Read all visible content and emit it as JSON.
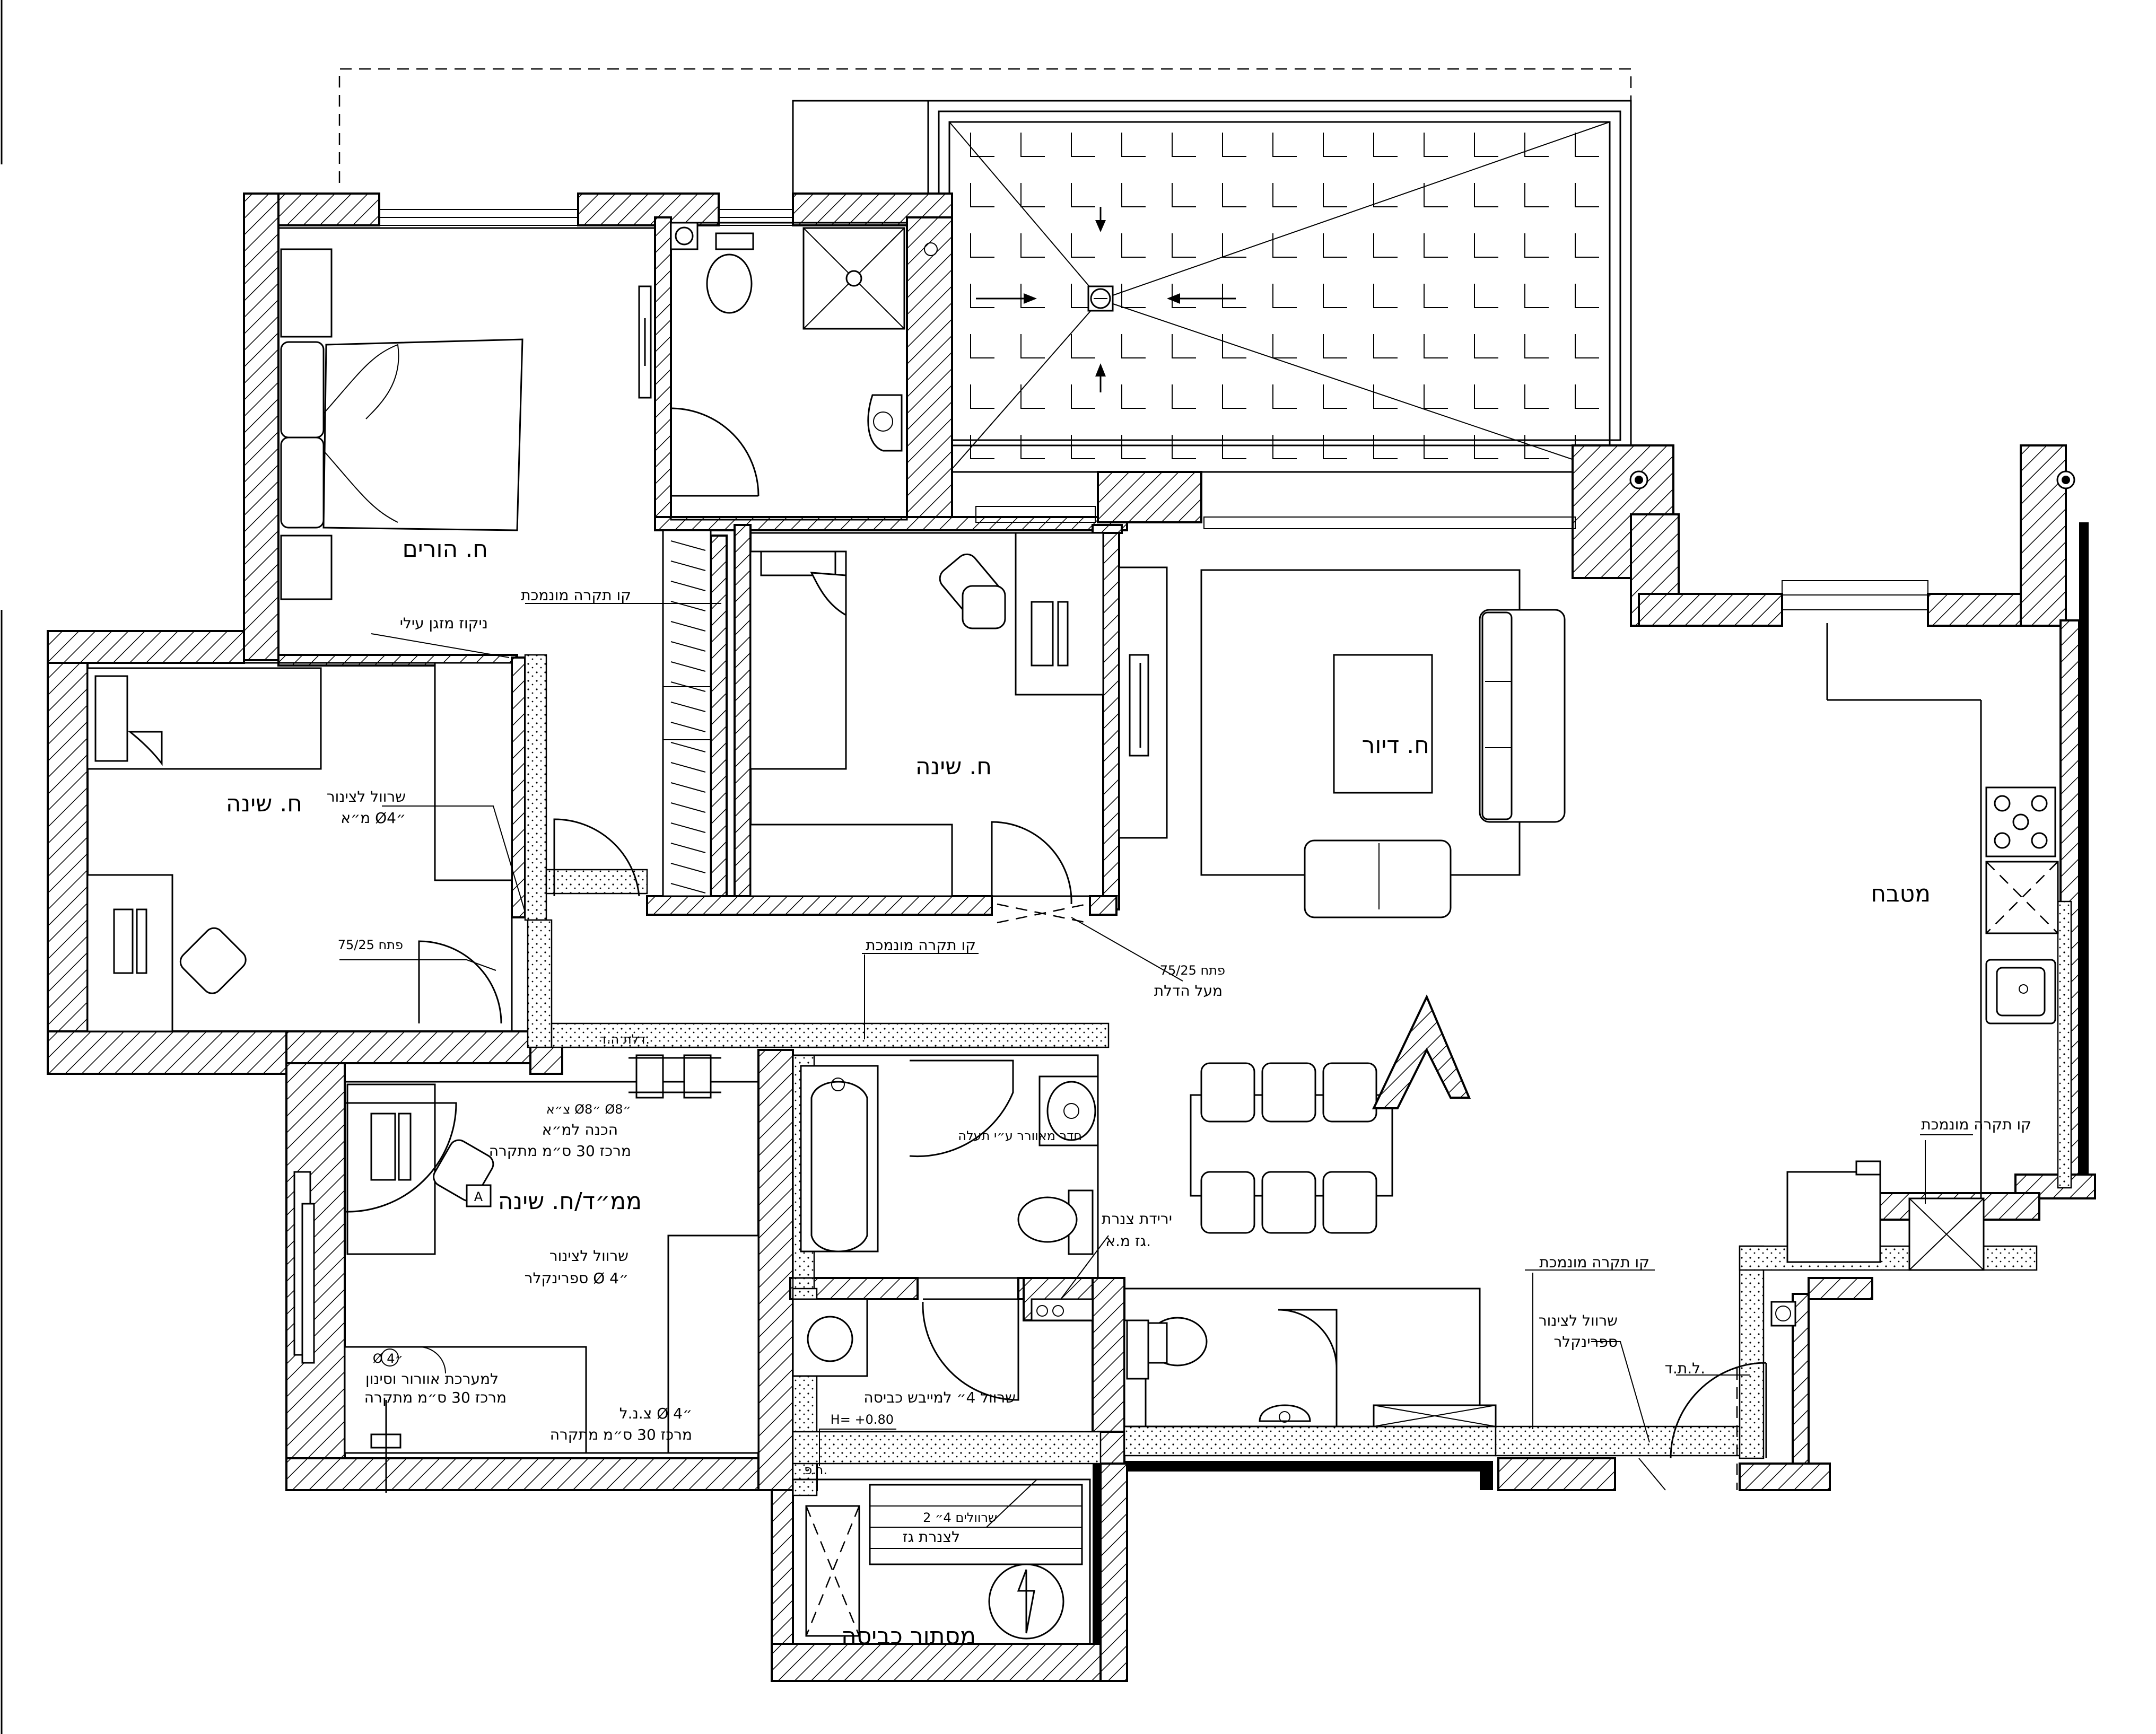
{
  "labels": {
    "parents_room": "ח. הורים",
    "bedroom_left": "ח. שינה",
    "bedroom_mid": "ח. שינה",
    "living_room": "ח. דיור",
    "kitchen": "מטבח",
    "safe_room": "ממ״ד/ח. שינה",
    "laundry": "מסתור כביסה",
    "section_mark": "A",
    "section_mark_small": "A"
  },
  "notes": {
    "ceiling_line_1": "קו תקרה מונמכת",
    "ac_drain": "ניקוז מזגן עילי",
    "sleeve_1a": "שרוול לצינור",
    "sleeve_1b": "מ״א Ø4״",
    "opening_1": "פתח 75/25",
    "ceiling_line_2": "קו תקרה מונמכת",
    "opening_2a": "פתח 75/25",
    "opening_2b": "מעל הדלת",
    "door_label": "דלת ה.ד.",
    "ceiling_line_3": "קו תקרה מונמכת",
    "pipe_a": "צ״א Ø8״ Ø8״",
    "pipe_b": "הכנה למ״א",
    "pipe_c": "מרכז 30 ס״מ מתקרה",
    "sleeve_2a": "שרוול לצינור",
    "sleeve_2b": "ספרינקלר Ø 4״",
    "filter_a": "Ø 4״",
    "filter_b": "למערכת אוורור וסינון",
    "filter_c": "מרכז 30 ס״מ מתקרה",
    "drain_a": "צ.נ.ל Ø 4״",
    "drain_b": "מרכז 30 ס״מ מתקרה",
    "ventilated_room": "חדר מאוורר ע״י תעלה",
    "gas_a": "ירידת צנרת",
    "gas_b": "גז מ.א.",
    "dryer_a": "שרוול 4״ למייבש כביסה",
    "dryer_b": "H= +0.80",
    "ceiling_line_4": "קו תקרה מונמכת",
    "sleeve_3a": "שרוול לצינור",
    "sleeve_3b": "ספרינקלר",
    "ltd": "ל.ת.ד.",
    "gas_pipes_a": "2 שרוולים 4״",
    "gas_pipes_b": "לצנרת גז",
    "ap": "ר.פ."
  },
  "icons": [
    "north-arrow-icon",
    "floor-drain-icon",
    "section-marker-icon"
  ]
}
